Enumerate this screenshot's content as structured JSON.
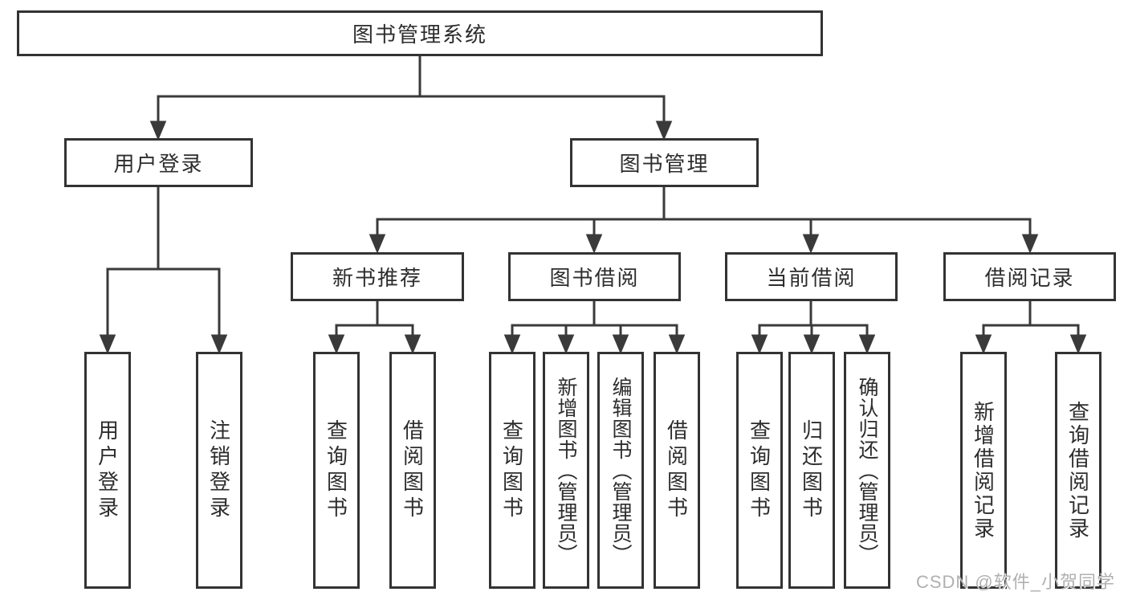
{
  "diagram": {
    "root": {
      "label": "图书管理系统"
    },
    "branches": [
      {
        "label": "用户登录",
        "leaves": [
          {
            "label": "用户登录"
          },
          {
            "label": "注销登录"
          }
        ]
      },
      {
        "label": "图书管理",
        "children": [
          {
            "label": "新书推荐",
            "leaves": [
              {
                "label": "查询图书"
              },
              {
                "label": "借阅图书"
              }
            ]
          },
          {
            "label": "图书借阅",
            "leaves": [
              {
                "label": "查询图书"
              },
              {
                "label": "新增图书（管理员）"
              },
              {
                "label": "编辑图书（管理员）"
              },
              {
                "label": "借阅图书"
              }
            ]
          },
          {
            "label": "当前借阅",
            "leaves": [
              {
                "label": "查询图书"
              },
              {
                "label": "归还图书"
              },
              {
                "label": "确认归还（管理员）"
              }
            ]
          },
          {
            "label": "借阅记录",
            "leaves": [
              {
                "label": "新增借阅记录"
              },
              {
                "label": "查询借阅记录"
              }
            ]
          }
        ]
      }
    ]
  },
  "watermark": {
    "text": "CSDN @软件_小贺同学"
  },
  "colors": {
    "line": "#3a3a3a",
    "border": "#333333",
    "text": "#2d2d2d",
    "background": "#ffffff",
    "watermark": "#b0b0b0"
  }
}
